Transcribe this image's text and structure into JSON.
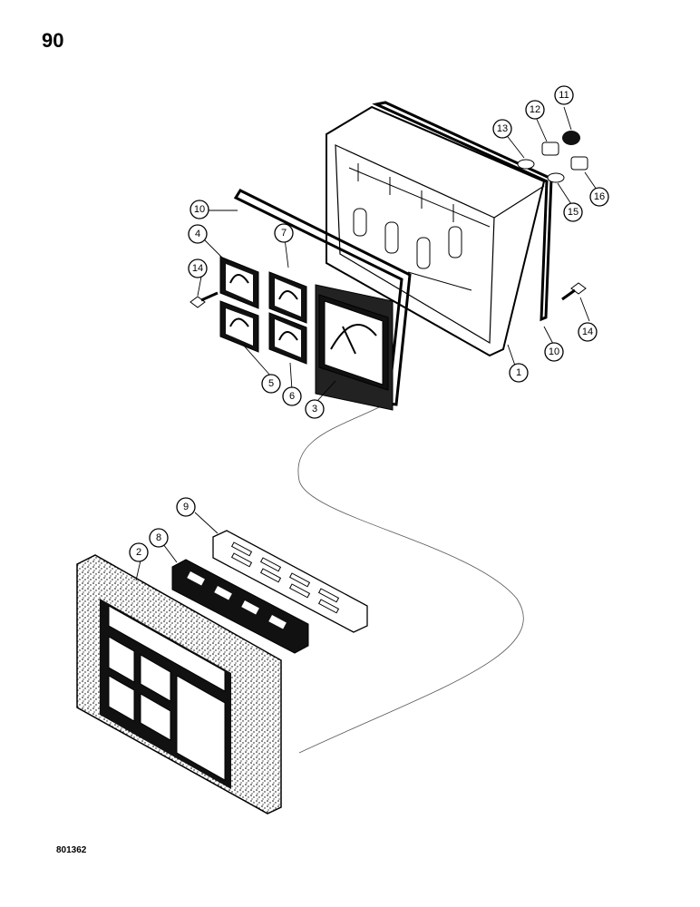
{
  "page_number": "90",
  "figure_id": "801362",
  "callouts": [
    {
      "id": "c1",
      "label": "1"
    },
    {
      "id": "c2",
      "label": "2"
    },
    {
      "id": "c3",
      "label": "3"
    },
    {
      "id": "c4",
      "label": "4"
    },
    {
      "id": "c5",
      "label": "5"
    },
    {
      "id": "c6",
      "label": "6"
    },
    {
      "id": "c7",
      "label": "7"
    },
    {
      "id": "c8",
      "label": "8"
    },
    {
      "id": "c9",
      "label": "9"
    },
    {
      "id": "c10a",
      "label": "10"
    },
    {
      "id": "c10b",
      "label": "10"
    },
    {
      "id": "c11",
      "label": "11"
    },
    {
      "id": "c12",
      "label": "12"
    },
    {
      "id": "c13",
      "label": "13"
    },
    {
      "id": "c14a",
      "label": "14"
    },
    {
      "id": "c14b",
      "label": "14"
    },
    {
      "id": "c15",
      "label": "15"
    },
    {
      "id": "c16",
      "label": "16"
    }
  ]
}
